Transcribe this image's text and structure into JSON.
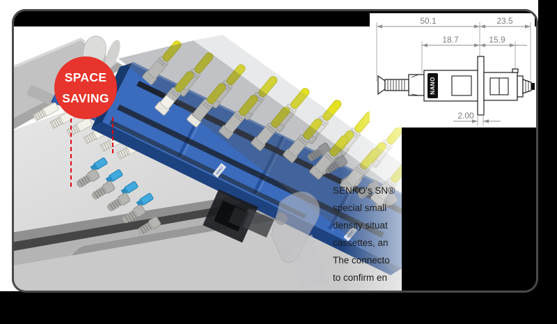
{
  "badge": {
    "line1": "SPACE",
    "line2": "SAVING"
  },
  "description": {
    "lines": [
      "SENKO's SN®",
      "special small",
      "density situat",
      "cassettes, an",
      "The connecto",
      "to confirm en"
    ]
  },
  "drawing": {
    "dim_overall_left": "50.1",
    "dim_overall_right": "23.5",
    "dim_inner_left": "18.7",
    "dim_inner_right": "15.9",
    "dim_plate_thickness": "2.00",
    "connector_label": "NANO"
  },
  "colors": {
    "badge_red": "#e7342c",
    "dash_red": "#e30613",
    "module_blue": "#3a6bbd",
    "boot_yellow": "#e4e222",
    "cyan_connector": "#41a9de",
    "panel_border_gray": "#4a4a4a",
    "dimension_gray": "#8f8f8f"
  }
}
